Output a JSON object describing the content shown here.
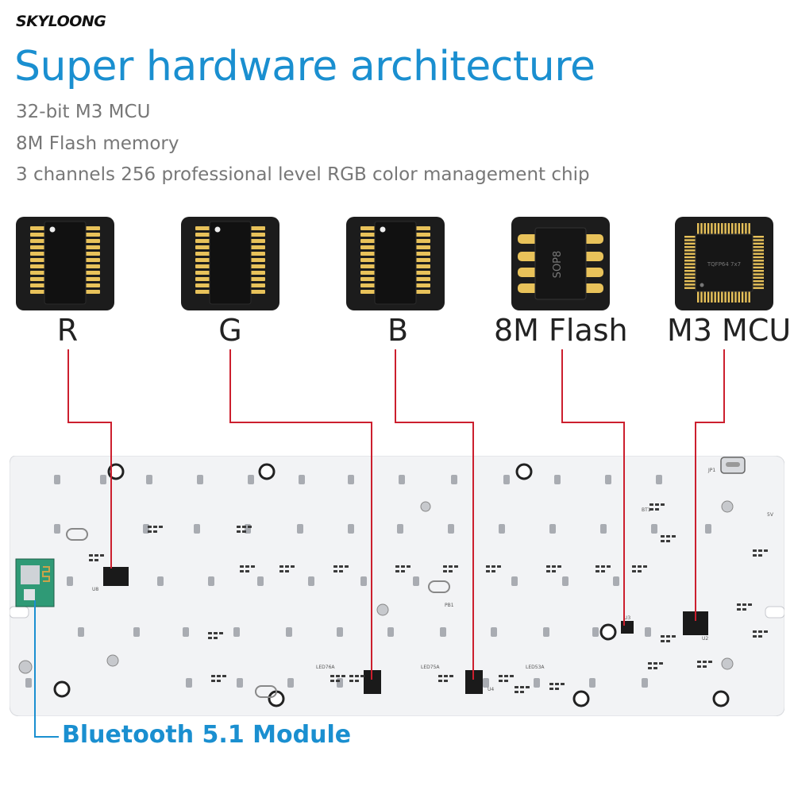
{
  "brand": {
    "logo": "SKYLOONG"
  },
  "headline": "Super hardware architecture",
  "specs": [
    "32-bit M3 MCU",
    "8M Flash memory",
    "3 channels 256 professional level RGB color management chip"
  ],
  "chips": [
    {
      "label": "R",
      "package_text": ""
    },
    {
      "label": "G",
      "package_text": ""
    },
    {
      "label": "B",
      "package_text": ""
    },
    {
      "label": "8M Flash",
      "package_text": "SOP8"
    },
    {
      "label": "M3 MCU",
      "package_text": "TQFP64 7x7"
    }
  ],
  "bluetooth_label": "Bluetooth 5.1 Module",
  "colors": {
    "headline": "#1a8fd0",
    "spec_text": "#777777",
    "leader_line": "#cc1f2e",
    "bt_line": "#1a8fd0",
    "chip_bg": "#1c1c1c",
    "pin_gold": "#e8c25a",
    "pcb": "#f2f3f5"
  },
  "board_marks": {
    "pcb_labels": [
      "LED76A",
      "LED75A",
      "LED53A",
      "PB1",
      "U8",
      "U4",
      "U3",
      "U2",
      "BT1",
      "5V",
      "JP1"
    ]
  }
}
